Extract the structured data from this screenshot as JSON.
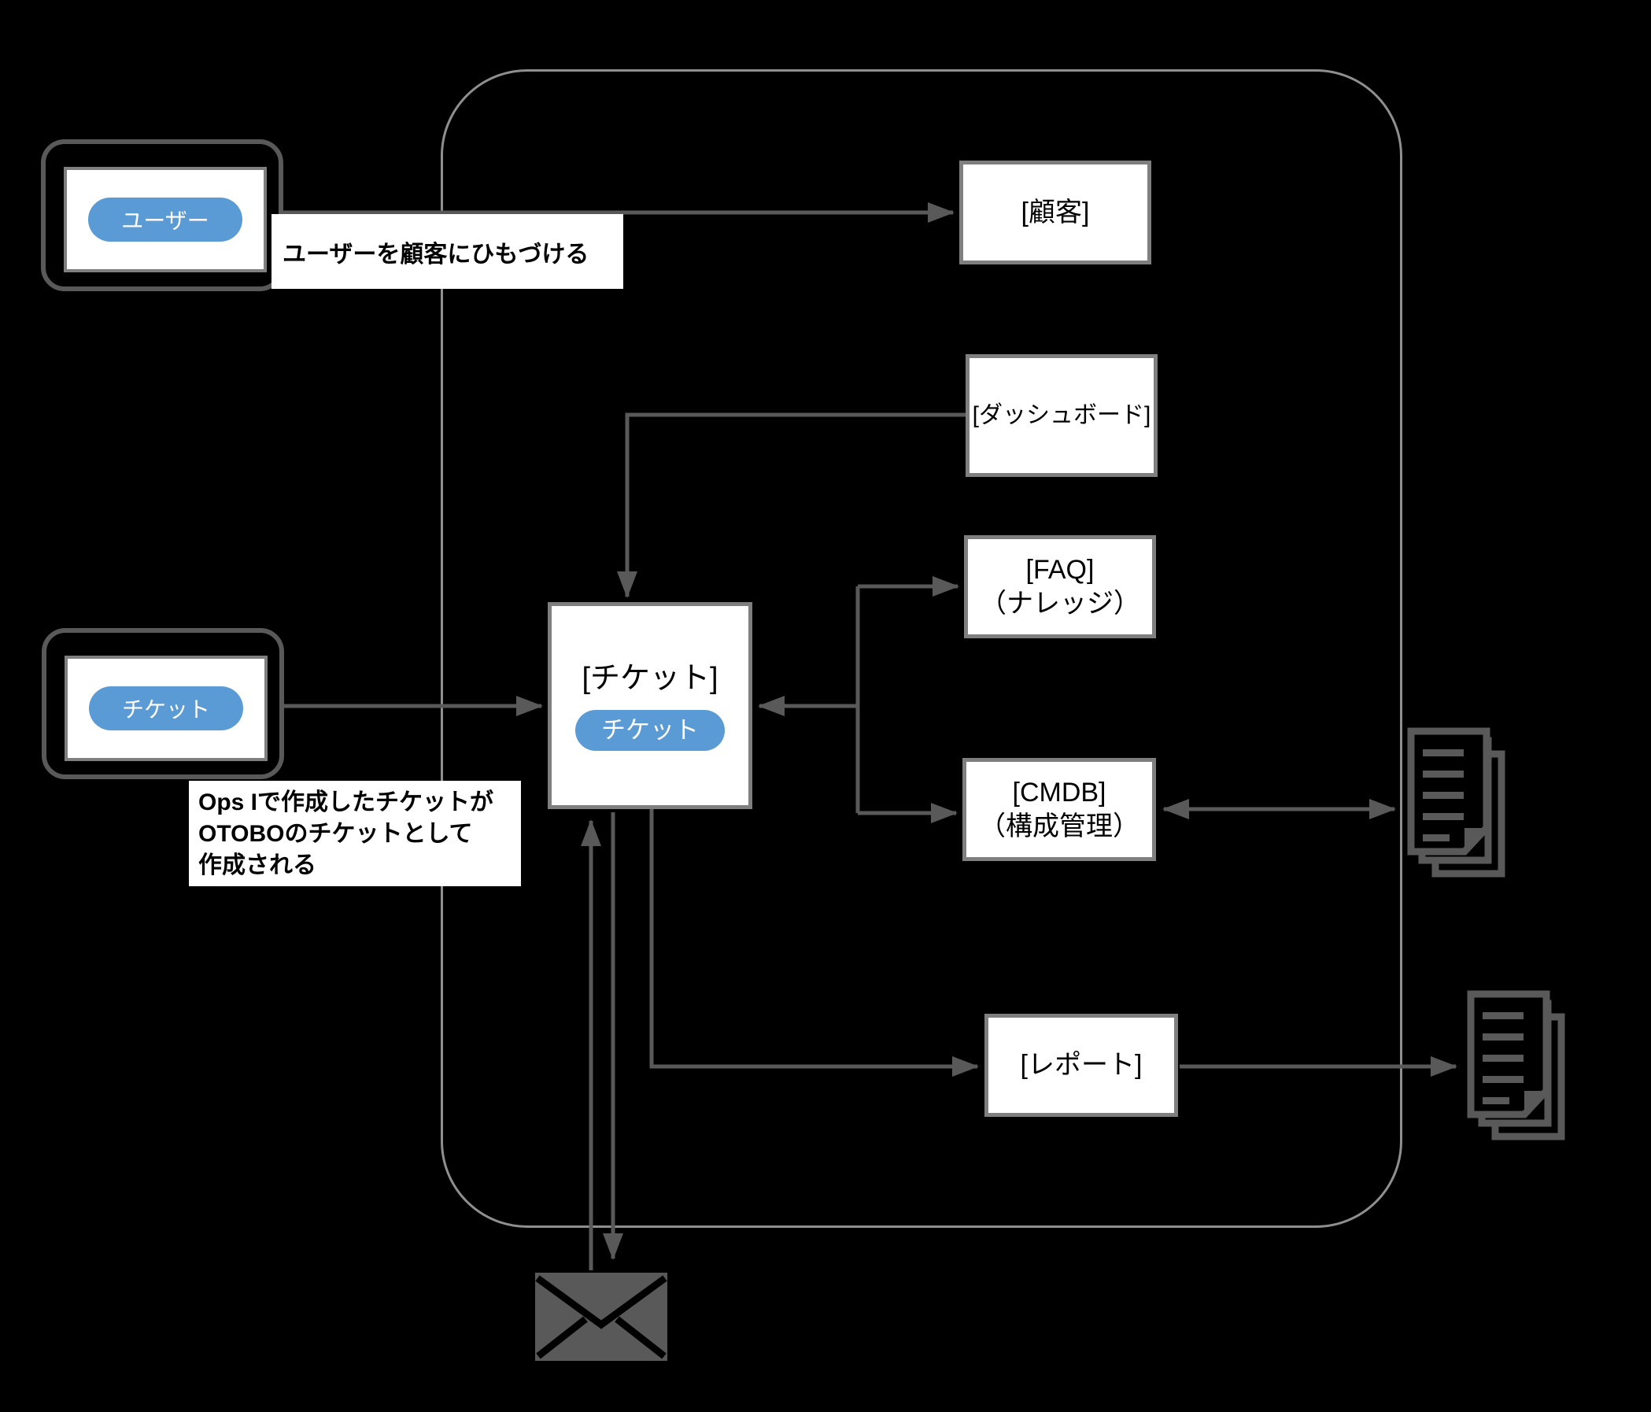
{
  "diagram": {
    "description": "OTOBO ticket system integration diagram",
    "colors": {
      "background": "#000000",
      "accent_blue": "#5b9bd5",
      "arrow_gray": "#595959",
      "node_border_gray": "#7f7f7f",
      "container_border_gray": "#8f8f8f",
      "node_fill": "#ffffff",
      "text_black": "#000000",
      "pill_text": "#ffffff"
    }
  },
  "sources": {
    "user": {
      "pill_label": "ユーザー"
    },
    "ticket": {
      "pill_label": "チケット"
    }
  },
  "nodes": {
    "customer": {
      "label": "[顧客]"
    },
    "dashboard": {
      "label": "[ダッシュボード]"
    },
    "ticket": {
      "label": "[チケット]",
      "pill_label": "チケット"
    },
    "faq": {
      "label": "[FAQ]",
      "sublabel": "（ナレッジ）"
    },
    "cmdb": {
      "label": "[CMDB]",
      "sublabel": "（構成管理）"
    },
    "report": {
      "label": "[レポート]"
    }
  },
  "notes": {
    "link_user_to_customer": "ユーザーを顧客にひもづける",
    "ops_ticket_creation": "Ops Iで作成したチケットが\nOTOBOのチケットとして\n作成される"
  },
  "icons": {
    "cmdb_documents": "documents-stack-icon",
    "report_documents": "documents-stack-icon",
    "mail": "envelope-icon"
  }
}
